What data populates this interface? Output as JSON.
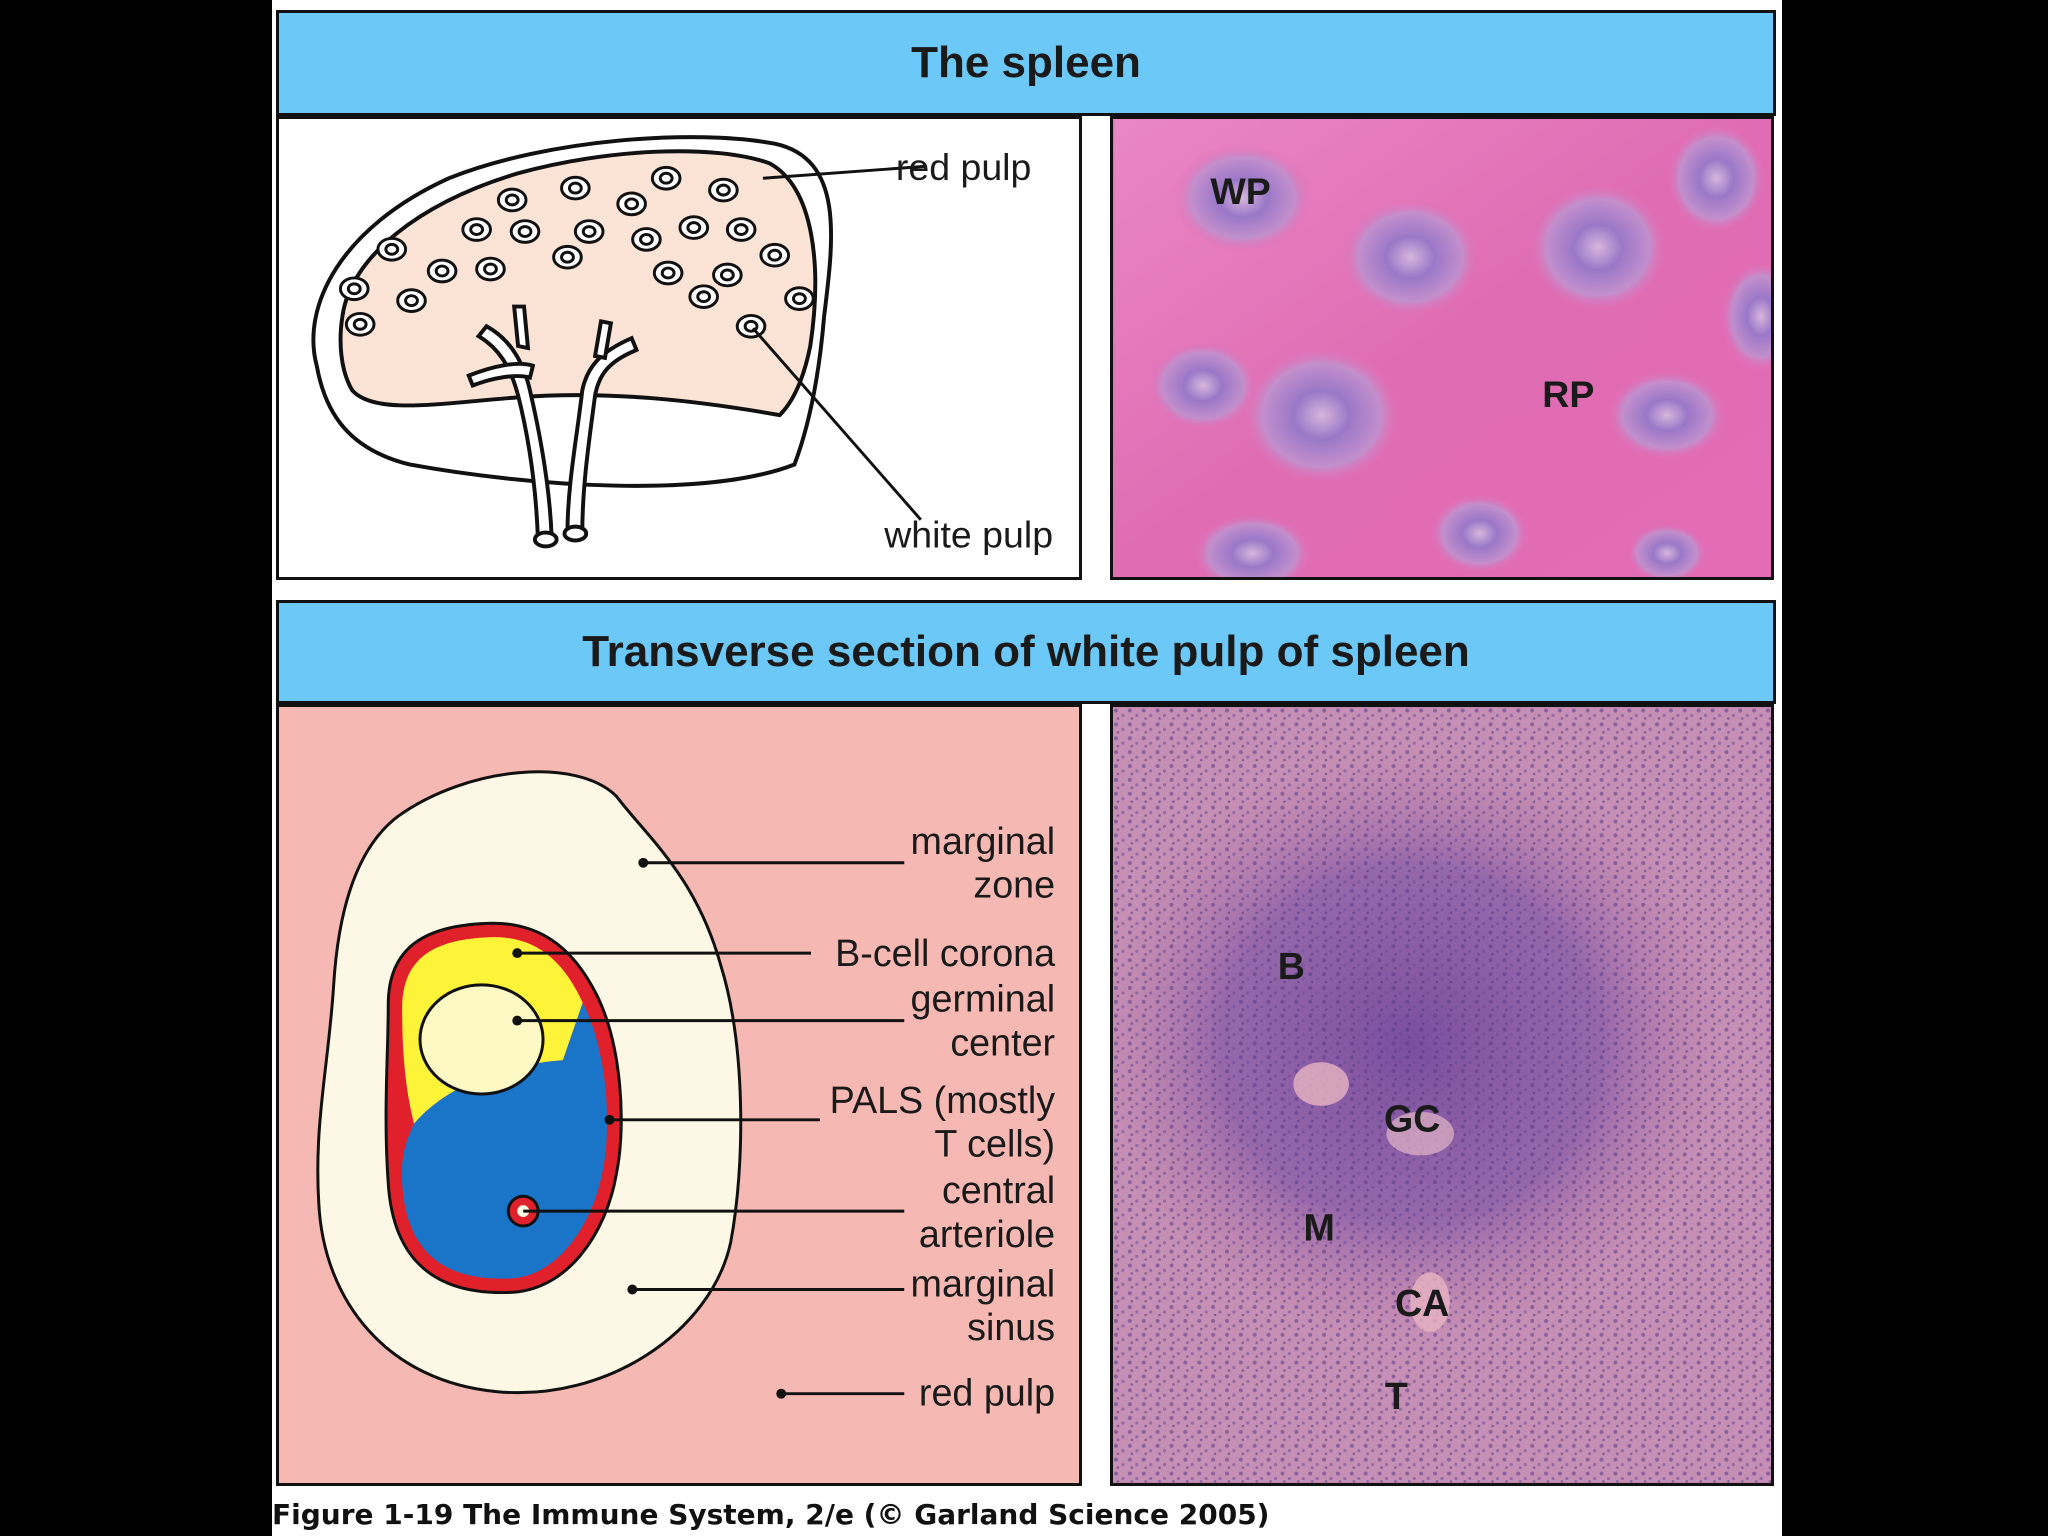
{
  "top_section": {
    "title": "The spleen",
    "diagram_labels": {
      "red_pulp": "red pulp",
      "white_pulp": "white pulp"
    },
    "micrograph_labels": {
      "wp": "WP",
      "rp": "RP"
    }
  },
  "bottom_section": {
    "title": "Transverse section of white pulp of spleen",
    "diagram_labels": {
      "marginal_zone": [
        "marginal",
        "zone"
      ],
      "b_cell_corona": "B-cell corona",
      "germinal_center": [
        "germinal",
        "center"
      ],
      "pals": [
        "PALS (mostly",
        "T cells)"
      ],
      "central_arteriole": [
        "central",
        "arteriole"
      ],
      "marginal_sinus": [
        "marginal",
        "sinus"
      ],
      "red_pulp": "red pulp"
    },
    "micrograph_labels": {
      "b": "B",
      "gc": "GC",
      "m": "M",
      "ca": "CA",
      "t": "T"
    }
  },
  "caption": "Figure 1-19  The Immune System, 2/e (© Garland Science 2005)",
  "colors": {
    "header_blue": "#6cc8f6",
    "spleen_fill": "#fbe3d6",
    "red_pulp_bg": "#f6b8b2",
    "marginal_zone": "#fdf8e6",
    "marginal_sinus": "#e0202a",
    "b_cell_corona": "#fdf43a",
    "germinal_center": "#fdf9c4",
    "pals": "#1a74c8",
    "micrograph_top": "#e26fb6",
    "micrograph_bottom": "#b87aa8"
  }
}
